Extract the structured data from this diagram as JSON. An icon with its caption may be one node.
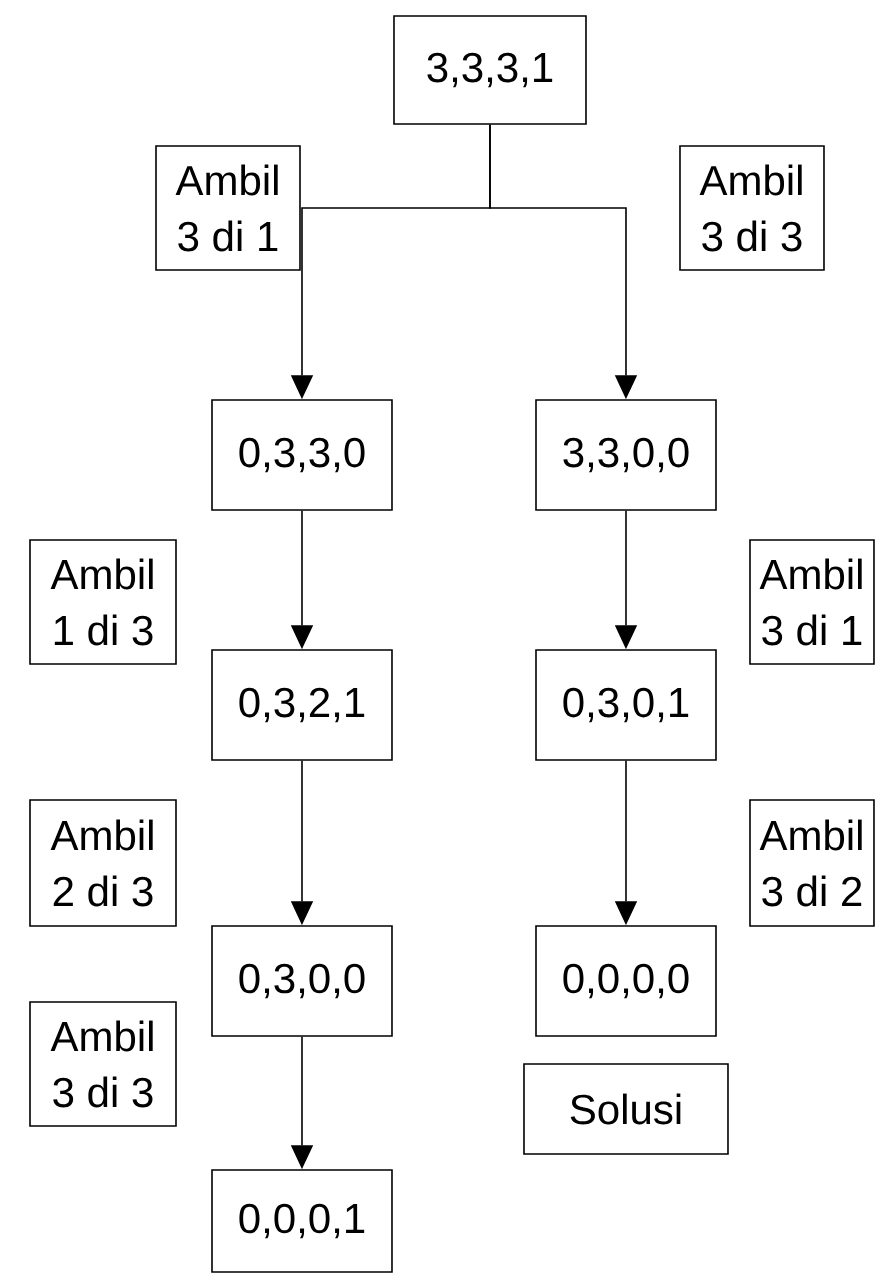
{
  "diagram": {
    "nodes": [
      {
        "text": [
          "3,3,3,1"
        ]
      },
      {
        "text": [
          "Ambil 3 di 1"
        ]
      },
      {
        "text": [
          "Ambil 3 di 3"
        ]
      },
      {
        "text": [
          "0,3,3,0"
        ]
      },
      {
        "text": [
          "3,3,0,0"
        ]
      },
      {
        "text": [
          "Ambil 1 di 3"
        ]
      },
      {
        "text": [
          "Ambil 3 di 1"
        ]
      },
      {
        "text": [
          "0,3,2,1"
        ]
      },
      {
        "text": [
          "0,3,0,1"
        ]
      },
      {
        "text": [
          "Ambil 2 di 3"
        ]
      },
      {
        "text": [
          "Ambil 3 di 2"
        ]
      },
      {
        "text": [
          "0,3,0,0"
        ]
      },
      {
        "text": [
          "0,0,0,0"
        ]
      },
      {
        "text": [
          "Ambil 3 di 3"
        ]
      },
      {
        "text": [
          "Solusi"
        ]
      },
      {
        "text": [
          "0,0,0,1"
        ]
      }
    ],
    "edges": [
      {
        "from": 0,
        "to": 3,
        "arrow": "to"
      },
      {
        "from": 0,
        "to": 4,
        "arrow": "to"
      },
      {
        "from": 3,
        "to": 7,
        "arrow": "to"
      },
      {
        "from": 7,
        "to": 11,
        "arrow": "to"
      },
      {
        "from": 11,
        "to": 15,
        "arrow": "to"
      },
      {
        "from": 4,
        "to": 8,
        "arrow": "to"
      },
      {
        "from": 8,
        "to": 12,
        "arrow": "to"
      }
    ]
  }
}
